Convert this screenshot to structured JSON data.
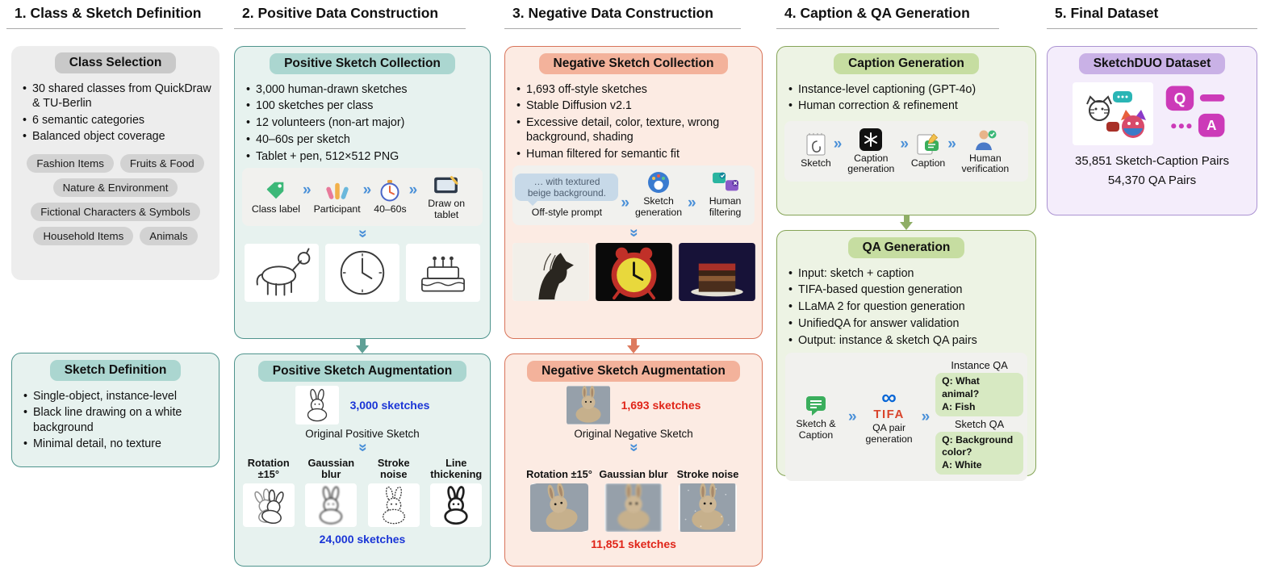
{
  "headers": [
    "1. Class & Sketch Definition",
    "2. Positive Data Construction",
    "3. Negative Data Construction",
    "4. Caption & QA Generation",
    "5. Final Dataset"
  ],
  "class_selection": {
    "title": "Class Selection",
    "bullets": [
      "30 shared classes from QuickDraw & TU-Berlin",
      "6 semantic categories",
      "Balanced object coverage"
    ],
    "pills": [
      "Fashion Items",
      "Fruits & Food",
      "Nature & Environment",
      "Fictional Characters & Symbols",
      "Household Items",
      "Animals"
    ]
  },
  "sketch_definition": {
    "title": "Sketch Definition",
    "bullets": [
      "Single-object, instance-level",
      "Black line drawing on a white background",
      "Minimal detail, no texture"
    ]
  },
  "positive_collection": {
    "title": "Positive Sketch Collection",
    "bullets": [
      "3,000 human-drawn sketches",
      "100 sketches per class",
      "12 volunteers (non-art major)",
      "40–60s per sketch",
      "Tablet + pen, 512×512 PNG"
    ],
    "flow": [
      "Class label",
      "Participant",
      "40–60s",
      "Draw on tablet"
    ]
  },
  "positive_augmentation": {
    "title": "Positive Sketch Augmentation",
    "count_in": "3,000 sketches",
    "original": "Original Positive Sketch",
    "ops": [
      "Rotation ±15°",
      "Gaussian blur",
      "Stroke noise",
      "Line thickening"
    ],
    "count_out": "24,000 sketches"
  },
  "negative_collection": {
    "title": "Negative Sketch Collection",
    "bullets": [
      "1,693 off-style sketches",
      "Stable Diffusion v2.1",
      "Excessive detail, color, texture, wrong background, shading",
      "Human filtered for semantic fit"
    ],
    "bubble": "… with textured beige background.",
    "flow": [
      "Off-style prompt",
      "Sketch generation",
      "Human filtering"
    ]
  },
  "negative_augmentation": {
    "title": "Negative Sketch Augmentation",
    "count_in": "1,693 sketches",
    "original": "Original Negative Sketch",
    "ops": [
      "Rotation ±15°",
      "Gaussian blur",
      "Stroke noise"
    ],
    "count_out": "11,851 sketches"
  },
  "caption_generation": {
    "title": "Caption Generation",
    "bullets": [
      "Instance-level captioning (GPT-4o)",
      "Human correction & refinement"
    ],
    "flow": [
      "Sketch",
      "Caption generation",
      "Caption",
      "Human verification"
    ]
  },
  "qa_generation": {
    "title": "QA Generation",
    "bullets": [
      "Input: sketch + caption",
      "TIFA-based question generation",
      "LLaMA 2 for question generation",
      "UnifiedQA for answer validation",
      "Output: instance & sketch QA pairs"
    ],
    "flow_left": "Sketch & Caption",
    "tifa": "TIFA",
    "flow_mid": "QA pair generation",
    "instance_qa_title": "Instance QA",
    "instance_q": "Q: What animal?",
    "instance_a": "A: Fish",
    "sketch_qa_title": "Sketch QA",
    "sketch_q": "Q: Background color?",
    "sketch_a": "A: White"
  },
  "final_dataset": {
    "title": "SketchDUO Dataset",
    "stat1": "35,851 Sketch-Caption Pairs",
    "stat2": "54,370 QA Pairs",
    "qa_icon_q": "Q",
    "qa_icon_a": "A"
  },
  "icons": {
    "chevron": "»"
  },
  "colors": {
    "chevron_blue": "#4a90d8",
    "positive_count_blue": "#1a35d6",
    "negative_count_red": "#e02418",
    "tifa_red": "#d9442b",
    "meta_blue": "#0866d6",
    "teal_border": "#4f948d",
    "red_border": "#d8745a",
    "green_border": "#85a457",
    "purple_border": "#ab93d2"
  }
}
